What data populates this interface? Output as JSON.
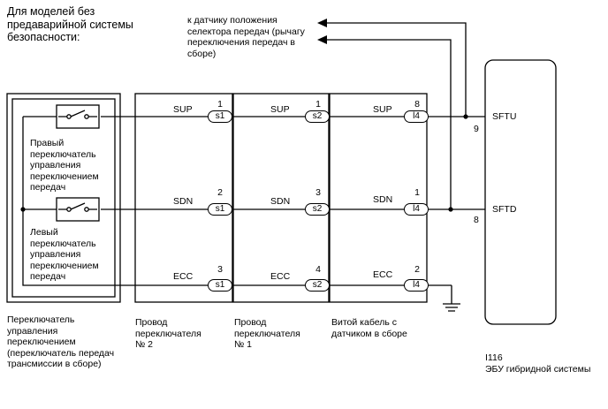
{
  "note": "Для моделей без\nпредаварийной системы\nбезопасности:",
  "arrows": {
    "label": "к датчику положения\nселектора передач (рычагу\nпереключения передач в\nсборе)"
  },
  "switch_block": {
    "upper_switch_label": "Правый\nпереключатель\nуправления\nпереключением\nпередач",
    "lower_switch_label": "Левый\nпереключатель\nуправления\nпереключением\nпередач",
    "caption": "Переключатель\nуправления\nпереключением\n(переключатель передач\nтрансмиссии в сборе)"
  },
  "harnesses": [
    {
      "caption": "Провод\nпереключателя\n№ 2",
      "connector": "s1",
      "pins": [
        "1",
        "2",
        "3"
      ],
      "signals": [
        "SUP",
        "SDN",
        "ECC"
      ]
    },
    {
      "caption": "Провод\nпереключателя\n№ 1",
      "connector": "s2",
      "pins": [
        "1",
        "3",
        "4"
      ],
      "signals": [
        "SUP",
        "SDN",
        "ECC"
      ]
    },
    {
      "caption": "Витой кабель с\nдатчиком в сборе",
      "connector": "l4",
      "pins": [
        "8",
        "1",
        "2"
      ],
      "signals": [
        "SUP",
        "SDN",
        "ECC"
      ]
    }
  ],
  "ecu": {
    "code": "I116",
    "name": "ЭБУ гибридной системы",
    "terminals": [
      {
        "name": "SFTU",
        "pin": "9"
      },
      {
        "name": "SFTD",
        "pin": "8"
      }
    ]
  }
}
